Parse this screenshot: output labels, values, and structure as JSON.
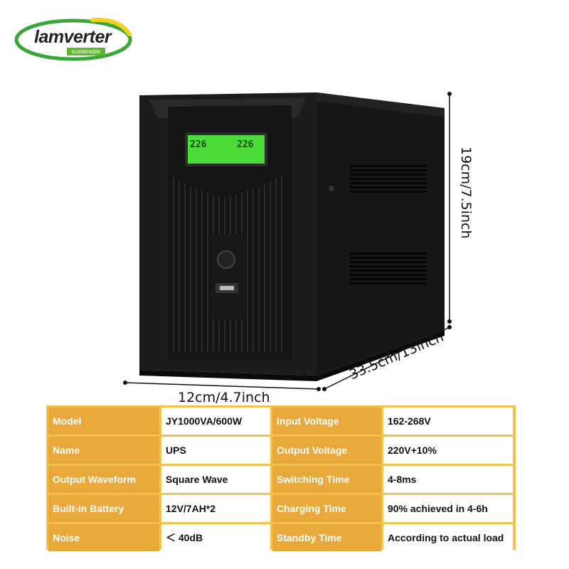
{
  "logo": {
    "brand": "lamverter",
    "tagline": "sustainable"
  },
  "dimensions": {
    "width": "12cm/4.7inch",
    "depth": "33.5cm/13inch",
    "height": "19cm/7.5inch"
  },
  "lcd": {
    "left_reading": "226",
    "right_reading": "226"
  },
  "colors": {
    "table_border": "#f2c24a",
    "key_cell": "#e8a93a",
    "lcd": "#4bdc3a",
    "logo_ring": "#3aa63a"
  },
  "specs": [
    {
      "label": "Model",
      "value": "JY1000VA/600W",
      "label2": "Input Voltage",
      "value2": "162-268V"
    },
    {
      "label": "Name",
      "value": "UPS",
      "label2": "Output Voltage",
      "value2": "220V+10%"
    },
    {
      "label": "Output Waveform",
      "value": "Square Wave",
      "label2": "Switching Time",
      "value2": "4-8ms"
    },
    {
      "label": "Built-in Battery",
      "value": "12V/7AH*2",
      "label2": "Charging Time",
      "value2": "90% achieved in 4-6h"
    },
    {
      "label": "Noise",
      "value": "＜ 40dB",
      "label2": "Standby Time",
      "value2": "According to actual load"
    }
  ]
}
